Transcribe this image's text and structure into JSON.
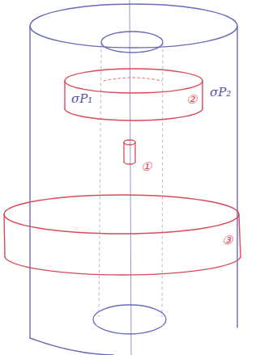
{
  "diagram": {
    "labels": [
      "σP₁",
      "②",
      "σP₂",
      "①",
      "③"
    ]
  }
}
